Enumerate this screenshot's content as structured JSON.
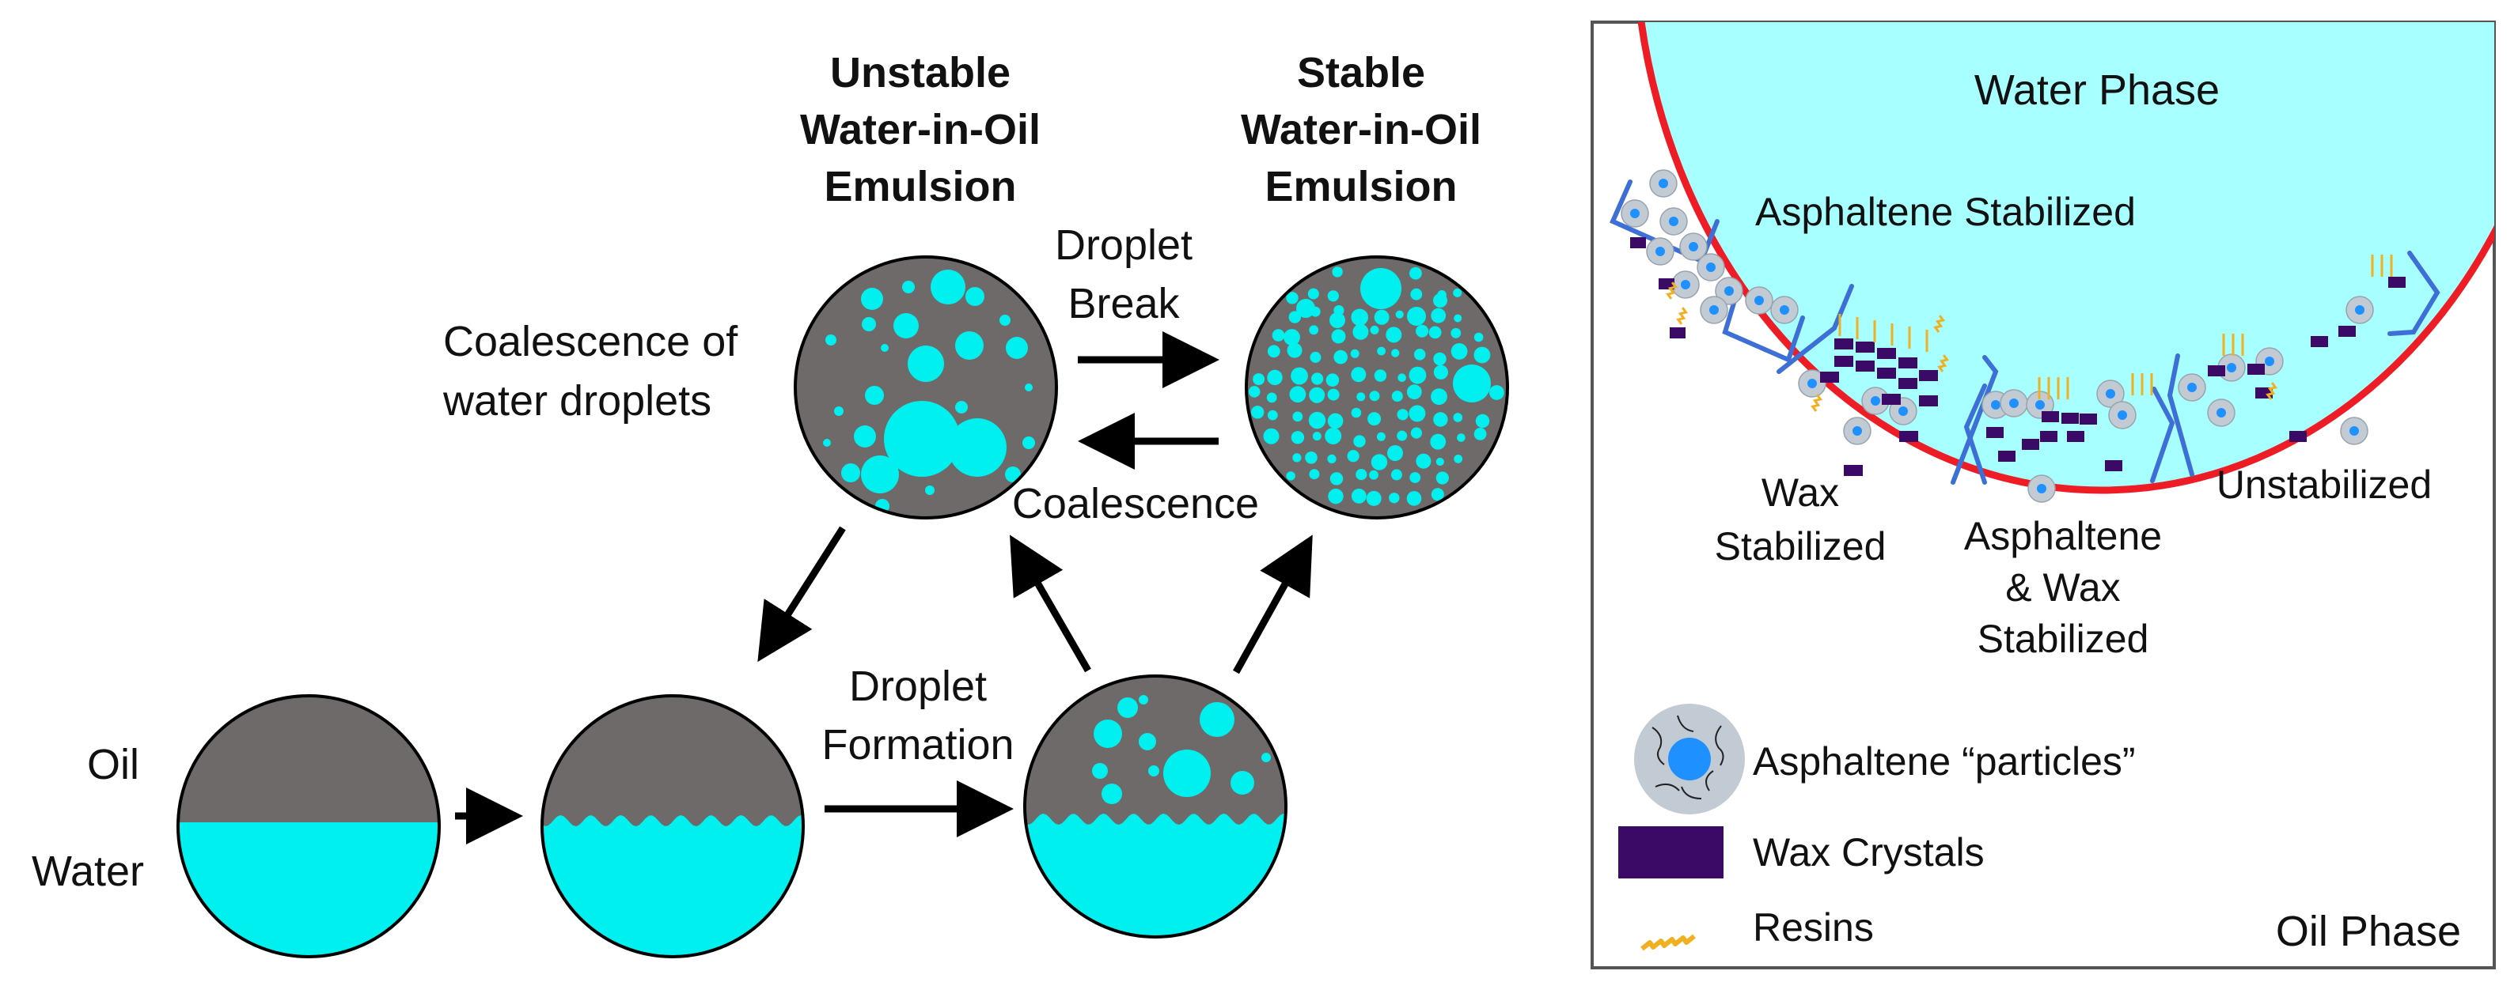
{
  "left_panel": {
    "unstable_title": [
      "Unstable",
      "Water-in-Oil",
      "Emulsion"
    ],
    "stable_title": [
      "Stable",
      "Water-in-Oil",
      "Emulsion"
    ],
    "coalescence_of_water": [
      "Coalescence of",
      "water droplets"
    ],
    "droplet_break": [
      "Droplet",
      "Break"
    ],
    "coalescence": "Coalescence",
    "droplet_formation": [
      "Droplet",
      "Formation"
    ],
    "oil_label": "Oil",
    "water_label": "Water"
  },
  "right_panel": {
    "water_phase": "Water Phase",
    "asphaltene_stabilized": "Asphaltene Stabilized",
    "wax_stabilized": [
      "Wax",
      "Stabilized"
    ],
    "asphaltene_wax_stabilized": [
      "Asphaltene",
      "& Wax",
      "Stabilized"
    ],
    "unstabilized": "Unstabilized",
    "oil_phase": "Oil Phase",
    "legend": {
      "asphaltene": "Asphaltene “particles”",
      "wax": "Wax Crystals",
      "resins": "Resins"
    }
  },
  "colors": {
    "oil": "#6e6a6a",
    "water": "#00f0f0",
    "water_phase": "#a8ffff",
    "interface": "#ee1c24",
    "bracket": "#3d6fd6",
    "wax": "#3a0a66",
    "resin": "#f0b020",
    "asphaltene_core": "#1e90ff",
    "asphaltene_shell": "#c2cad3"
  }
}
